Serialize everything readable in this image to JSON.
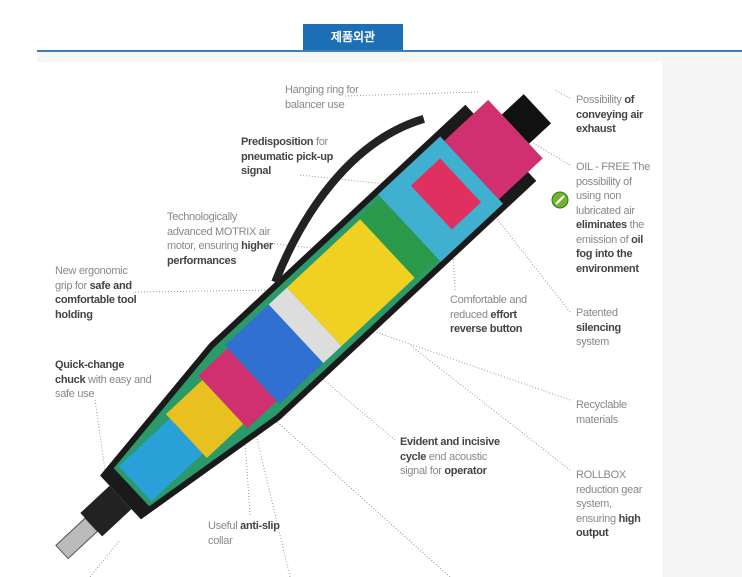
{
  "header": {
    "tab_label": "제품외관"
  },
  "labels": [
    {
      "p": [
        {
          "t": "Hanging ring for balancer use"
        }
      ]
    },
    {
      "p": [
        {
          "t": "Possibility "
        },
        {
          "t": "of conveying air exhaust"
        }
      ]
    },
    {
      "p": [
        {
          "t": "Predisposition"
        },
        {
          "t": " for "
        },
        {
          "t": "pneumatic pick-up signal"
        }
      ]
    },
    {
      "p": [
        {
          "t": "OIL - FREE The possibility of using non lubricated air "
        },
        {
          "t": "eliminates"
        },
        {
          "t": " the emission of "
        },
        {
          "t": "oil fog into the environment"
        }
      ]
    },
    {
      "p": [
        {
          "t": "Technologically advanced MOTRIX air motor, ensuring "
        },
        {
          "t": "higher performances"
        }
      ]
    },
    {
      "p": [
        {
          "t": "New ergonomic grip for "
        },
        {
          "t": "safe and comfortable tool holding"
        }
      ]
    },
    {
      "p": [
        {
          "t": "Comfortable and reduced "
        },
        {
          "t": "effort reverse button"
        }
      ]
    },
    {
      "p": [
        {
          "t": "Patented "
        },
        {
          "t": "silencing"
        },
        {
          "t": " system"
        }
      ]
    },
    {
      "p": [
        {
          "t": "Quick-change chuck"
        },
        {
          "t": " with easy and safe use"
        }
      ]
    },
    {
      "p": [
        {
          "t": "Recyclable materials"
        }
      ]
    },
    {
      "p": [
        {
          "t": "Evident and incisive cycle"
        },
        {
          "t": " end acoustic signal for "
        },
        {
          "t": "operator"
        }
      ]
    },
    {
      "p": [
        {
          "t": "ROLLBOX reduction gear system, ensuring "
        },
        {
          "t": "high output"
        }
      ]
    },
    {
      "p": [
        {
          "t": "Useful "
        },
        {
          "t": "anti-slip"
        },
        {
          "t": " collar"
        }
      ]
    }
  ]
}
